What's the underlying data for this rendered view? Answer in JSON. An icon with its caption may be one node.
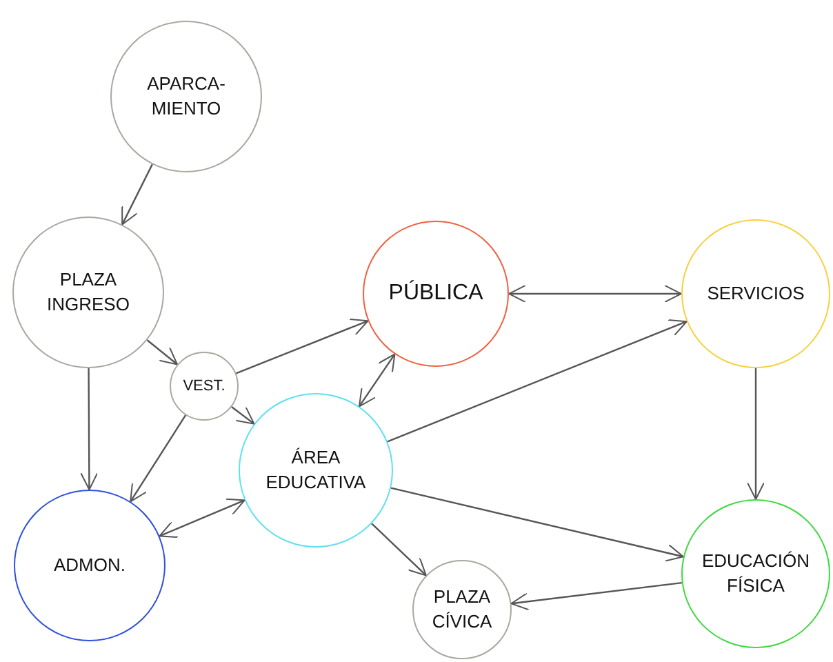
{
  "diagram": {
    "nodes": [
      {
        "text": [
          "APARCA- MIENTO"
        ]
      },
      {
        "text": [
          "PLAZA INGRESO"
        ]
      },
      {
        "text": [
          "VEST."
        ]
      },
      {
        "text": [
          "PÚBLICA"
        ]
      },
      {
        "text": [
          "SERVICIOS"
        ]
      },
      {
        "text": [
          "ÁREA EDUCATIVA"
        ]
      },
      {
        "text": [
          "ADMON."
        ]
      },
      {
        "text": [
          "PLAZA CÍVICA"
        ]
      },
      {
        "text": [
          "EDUCACIÓN FÍSICA"
        ]
      }
    ],
    "edges": [
      {
        "from": 0,
        "to": 1,
        "arrow": "to"
      },
      {
        "from": 1,
        "to": 6,
        "arrow": "to"
      },
      {
        "from": 1,
        "to": 2,
        "arrow": "to"
      },
      {
        "from": 2,
        "to": 3,
        "arrow": "to"
      },
      {
        "from": 2,
        "to": 5,
        "arrow": "to"
      },
      {
        "from": 2,
        "to": 6,
        "arrow": "to"
      },
      {
        "from": 3,
        "to": 5,
        "arrow": "both"
      },
      {
        "from": 3,
        "to": 4,
        "arrow": "both"
      },
      {
        "from": 5,
        "to": 4,
        "arrow": "to"
      },
      {
        "from": 6,
        "to": 5,
        "arrow": "both"
      },
      {
        "from": 5,
        "to": 8,
        "arrow": "to"
      },
      {
        "from": 5,
        "to": 7,
        "arrow": "to"
      },
      {
        "from": 4,
        "to": 8,
        "arrow": "to"
      },
      {
        "from": 8,
        "to": 7,
        "arrow": "to"
      }
    ]
  }
}
